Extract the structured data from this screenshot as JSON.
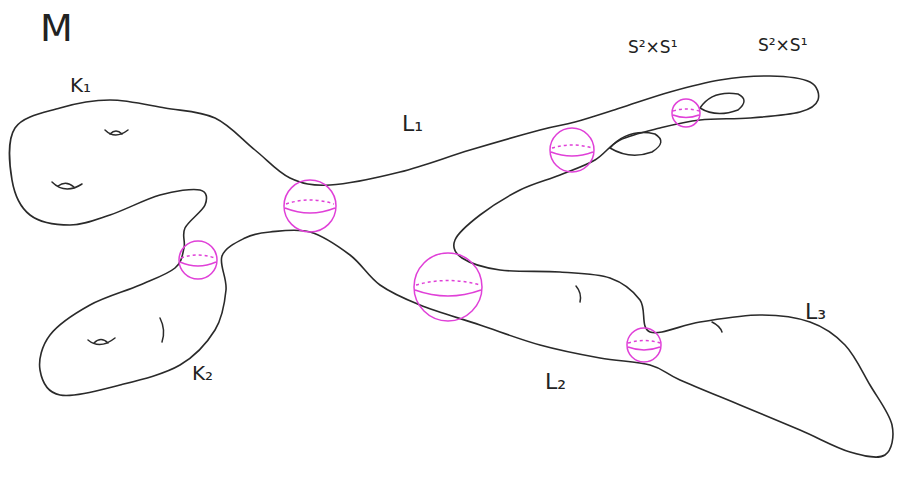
{
  "diagram": {
    "labels": [
      "M",
      "K₁",
      "K₂",
      "L₁",
      "L₂",
      "L₃",
      "S²×S¹",
      "S²×S¹"
    ]
  }
}
